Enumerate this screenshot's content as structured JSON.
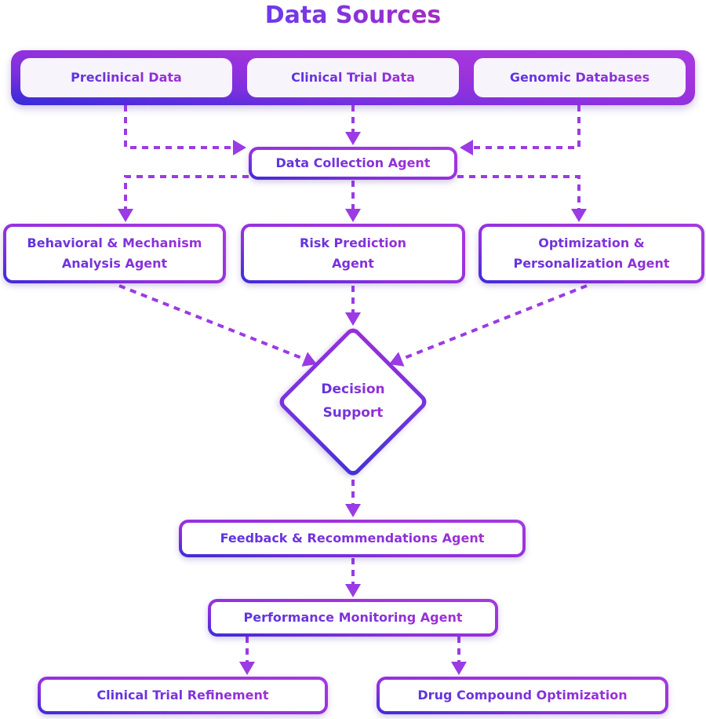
{
  "title": "Data Sources",
  "sources": {
    "items": [
      {
        "label": "Preclinical Data"
      },
      {
        "label": "Clinical Trial Data"
      },
      {
        "label": "Genomic Databases"
      }
    ]
  },
  "agents": {
    "collection": {
      "label": "Data Collection Agent"
    },
    "behavioral": {
      "label": "Behavioral & Mechanism Analysis Agent"
    },
    "risk": {
      "label": "Risk Prediction Agent"
    },
    "optimization": {
      "label": "Optimization & Personalization Agent"
    },
    "decision": {
      "label": "Decision Support"
    },
    "feedback": {
      "label": "Feedback & Recommendations Agent"
    },
    "performance": {
      "label": "Performance Monitoring Agent"
    }
  },
  "outputs": {
    "clinical_refinement": {
      "label": "Clinical Trial Refinement"
    },
    "drug_optimization": {
      "label": "Drug Compound Optimization"
    }
  },
  "colors": {
    "connector_purple": "#9b3be4",
    "gradient_blue": "#3b2bd9",
    "gradient_purple": "#a033dc",
    "title_gradient_start": "#6c3aec",
    "title_gradient_end": "#a32cc4",
    "text_gradient_start": "#5b35e0",
    "text_gradient_end": "#a02fd6",
    "source_box_bg": "#f7f4fc",
    "node_bg": "#ffffff"
  }
}
